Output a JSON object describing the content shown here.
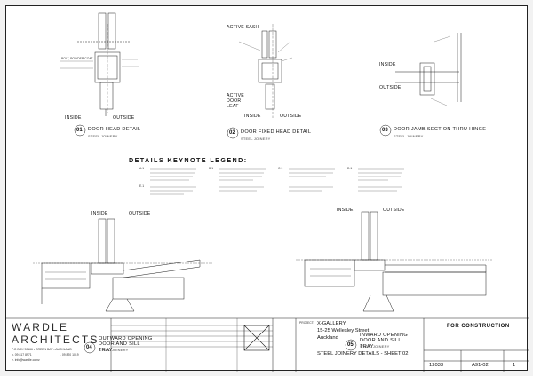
{
  "details": [
    {
      "id": "d1",
      "caption": "DOOR HEAD DETAIL",
      "sub": "STEEL JOINERY",
      "number": "01",
      "labels": [
        "INSIDE",
        "OUTSIDE"
      ]
    },
    {
      "id": "d2",
      "caption": "DOOR FIXED HEAD DETAIL",
      "sub": "STEEL JOINERY",
      "number": "02",
      "labels": [
        "ACTIVE SASH",
        "ACTIVE DOOR LEAF",
        "INSIDE",
        "OUTSIDE"
      ]
    },
    {
      "id": "d3",
      "caption": "DOOR JAMB SECTION THRU HINGE",
      "sub": "STEEL JOINERY",
      "number": "03",
      "labels": [
        "INSIDE",
        "OUTSIDE"
      ]
    },
    {
      "id": "d4",
      "caption": "OUTWARD OPENING DOOR AND SILL TRAY",
      "sub": "STEEL JOINERY",
      "number": "04",
      "labels": [
        "INSIDE",
        "OUTSIDE"
      ]
    },
    {
      "id": "d5",
      "caption": "INWARD OPENING DOOR AND SILL TRAY",
      "sub": "STEEL JOINERY",
      "number": "05",
      "labels": [
        "INSIDE",
        "OUTSIDE"
      ]
    }
  ],
  "legend": {
    "title": "DETAILS KEYNOTE LEGEND:",
    "keys": [
      "A.1",
      "B.1",
      "C.1",
      "D.1",
      "E.1"
    ]
  },
  "practice": {
    "name_line1": "WARDLE",
    "name_line2": "ARCHITECTS",
    "address": "P.O BOX 90166 • GREEN BAY • AUCKLAND",
    "phone": "p. 09 817 8971",
    "fax": "f. 09 820 1019",
    "email": "e. info@wardle.co.nz"
  },
  "project": {
    "label": "PROJECT:",
    "name": "X-GALLERY",
    "address": "15-25 Wellesley Street",
    "city": "Auckland",
    "sheet_title": "STEEL JOINERY DETAILS - SHEET 02"
  },
  "title_block": {
    "status": "FOR CONSTRUCTION",
    "job_no": "12033",
    "drawing_no": "A91-02",
    "revision": "1"
  }
}
